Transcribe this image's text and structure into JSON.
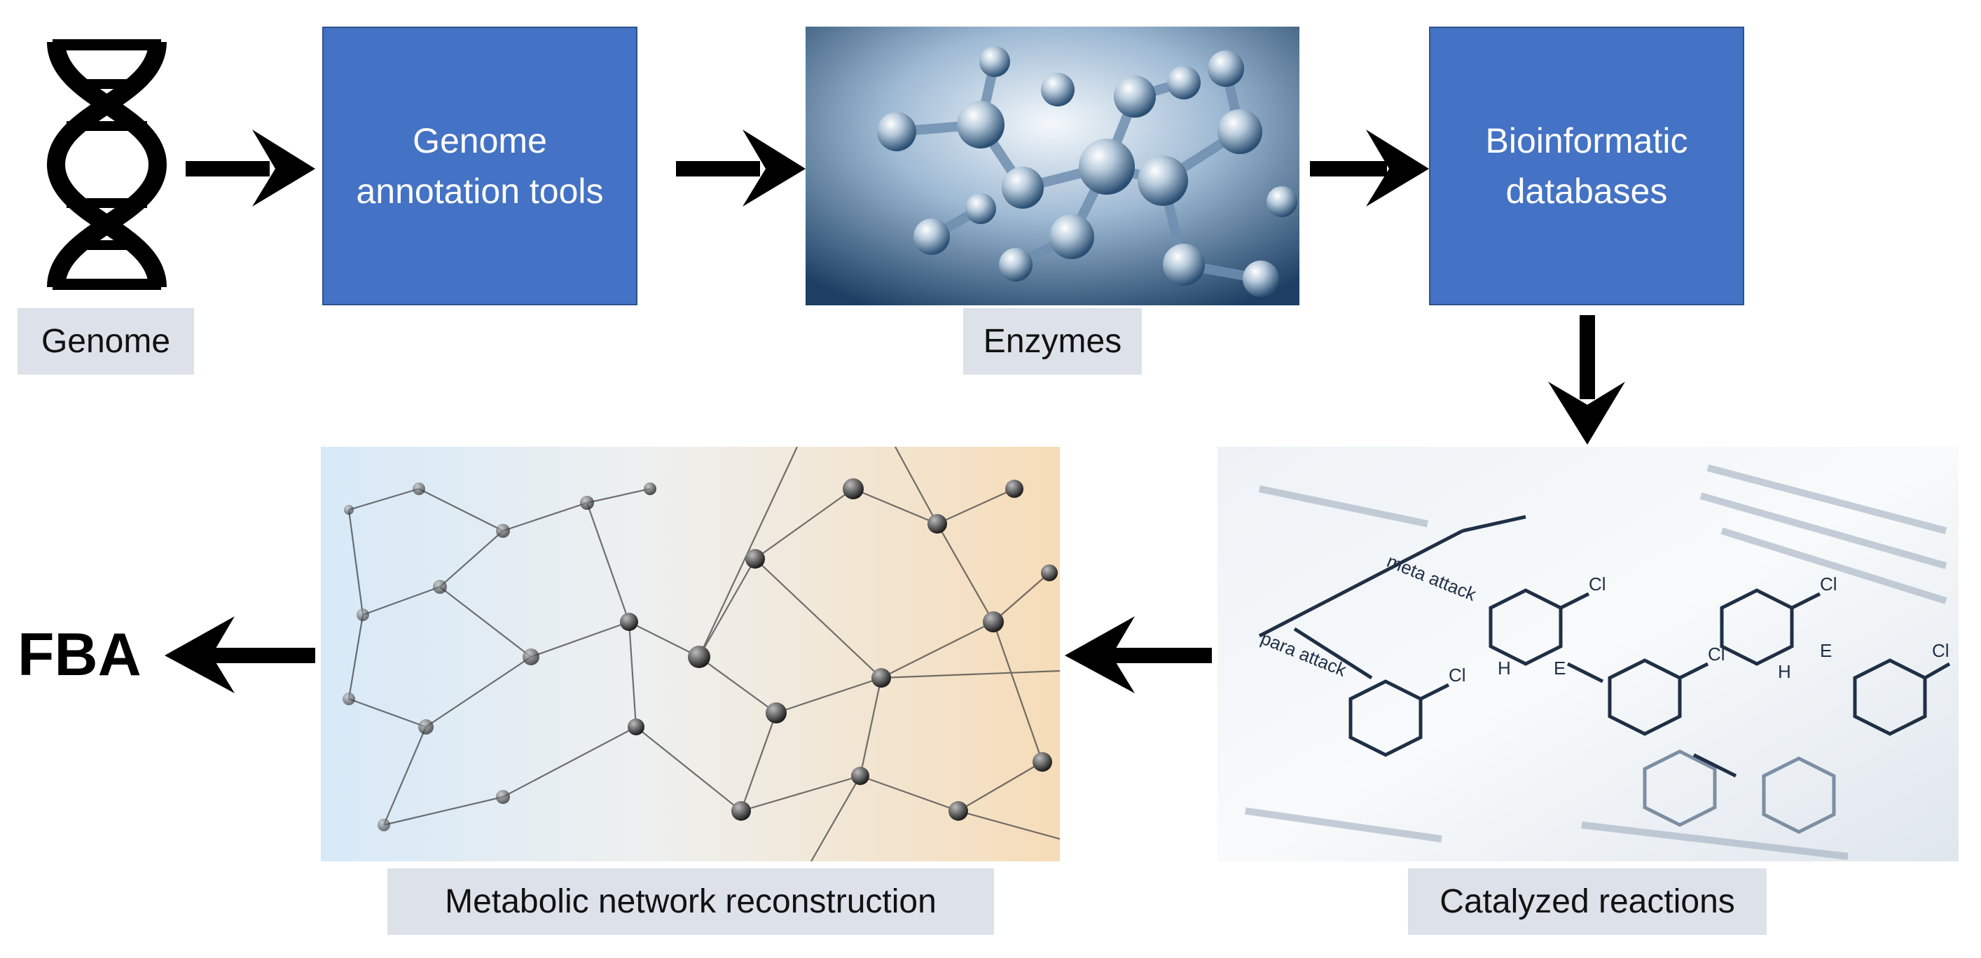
{
  "nodes": {
    "genome_label": "Genome",
    "annotation_tools": "Genome\nannotation tools",
    "enzymes_label": "Enzymes",
    "bioinformatic_databases": "Bioinformatic\ndatabases",
    "catalyzed_reactions_label": "Catalyzed reactions",
    "metabolic_network_label": "Metabolic network reconstruction",
    "fba": "FBA"
  },
  "reaction_sheet_text": {
    "meta_attack": "meta attack",
    "para_attack": "para attack",
    "cl": "Cl",
    "h": "H",
    "e": "E"
  },
  "colors": {
    "box_fill": "#4472c4",
    "label_fill": "#dde1ea",
    "arrow": "#000000"
  },
  "icons": {
    "genome": "dna-helix-icon",
    "arrow": "arrow-icon"
  }
}
